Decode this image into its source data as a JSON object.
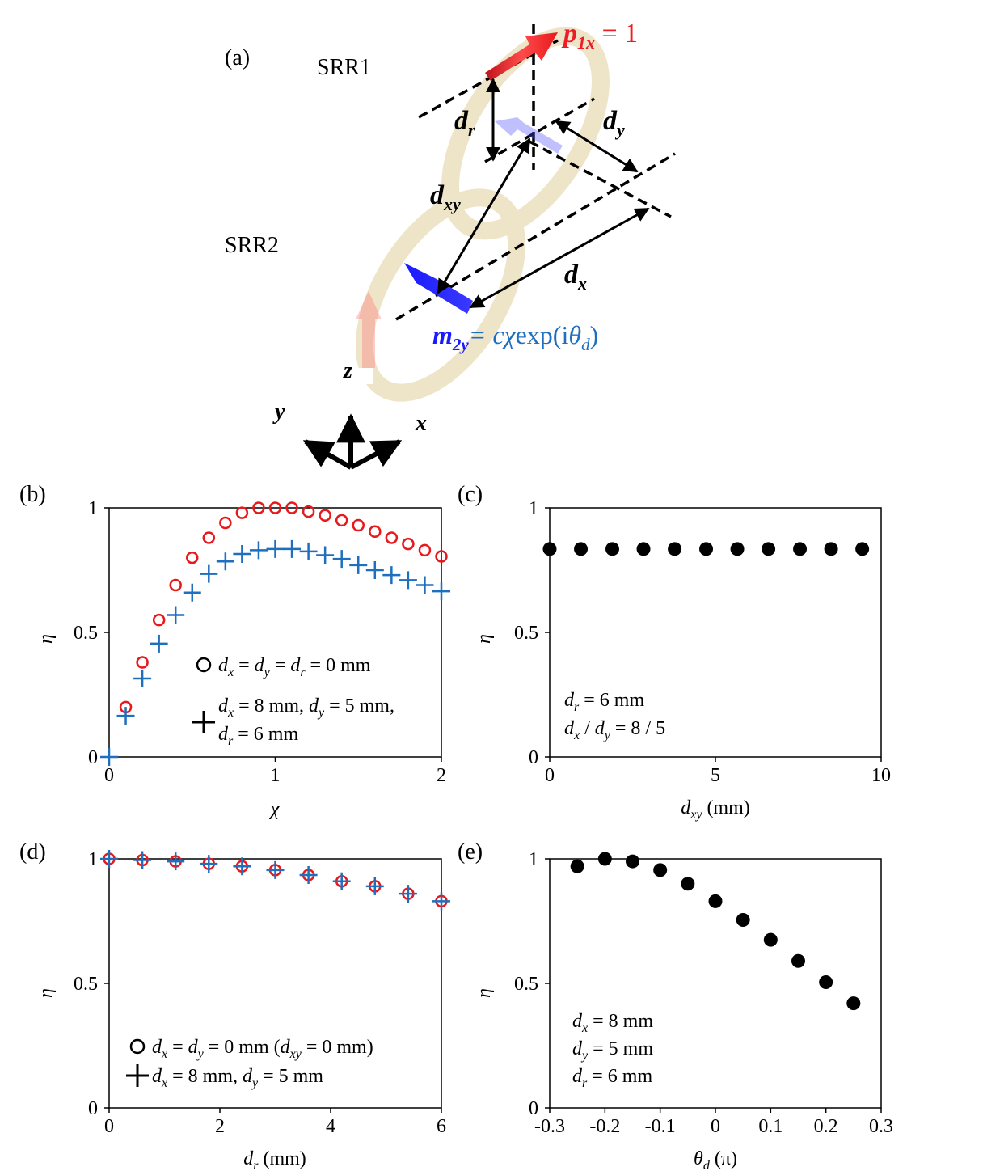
{
  "diagram": {
    "panel_label": "(a)",
    "srr1": "SRR1",
    "srr2": "SRR2",
    "p1x_symbol": "p",
    "p1x_sub": "1x",
    "p1x_rest": " = 1",
    "m2y_symbol": "m",
    "m2y_sub": "2y",
    "m2y_rest_c": "= c",
    "m2y_chi": "χ",
    "m2y_exp": "exp(i",
    "m2y_theta": "θ",
    "m2y_d": "d",
    "m2y_close": ")",
    "dr": "d",
    "dr_sub": "r",
    "dy": "d",
    "dy_sub": "y",
    "dx": "d",
    "dx_sub": "x",
    "dxy": "d",
    "dxy_sub": "xy",
    "axis_x": "x",
    "axis_y": "y",
    "axis_z": "z",
    "colors": {
      "p1x": "#ee1c25",
      "m2y": "#1a1aff",
      "ring": "#eee4c8",
      "text_blue": "#1f6fbf"
    }
  },
  "chart_data": [
    {
      "id": "b",
      "panel_label": "(b)",
      "type": "scatter",
      "xlabel": "χ",
      "ylabel": "η",
      "xlim": [
        0,
        2
      ],
      "ylim": [
        0,
        1
      ],
      "xticks": [
        "0",
        "1",
        "2"
      ],
      "yticks": [
        "0",
        "0.5",
        "1"
      ],
      "series": [
        {
          "marker": "circle",
          "color": "#e8191c",
          "x": [
            0.1,
            0.2,
            0.3,
            0.4,
            0.5,
            0.6,
            0.7,
            0.8,
            0.9,
            1.0,
            1.1,
            1.2,
            1.3,
            1.4,
            1.5,
            1.6,
            1.7,
            1.8,
            1.9,
            2.0
          ],
          "y": [
            0.2,
            0.38,
            0.55,
            0.69,
            0.8,
            0.88,
            0.94,
            0.98,
            1.0,
            1.0,
            1.0,
            0.985,
            0.97,
            0.95,
            0.93,
            0.905,
            0.88,
            0.855,
            0.83,
            0.805
          ]
        },
        {
          "marker": "plus",
          "color": "#1f6fbf",
          "x": [
            0,
            0.1,
            0.2,
            0.3,
            0.4,
            0.5,
            0.6,
            0.7,
            0.8,
            0.9,
            1.0,
            1.1,
            1.2,
            1.3,
            1.4,
            1.5,
            1.6,
            1.7,
            1.8,
            1.9,
            2.0
          ],
          "y": [
            0,
            0.165,
            0.315,
            0.455,
            0.57,
            0.66,
            0.735,
            0.785,
            0.815,
            0.83,
            0.835,
            0.835,
            0.825,
            0.81,
            0.795,
            0.77,
            0.75,
            0.73,
            0.71,
            0.69,
            0.665
          ]
        }
      ],
      "legend": [
        {
          "marker": "circle",
          "text": "d_x = d_y = d_r = 0 mm"
        },
        {
          "marker": "plus",
          "text": "d_x = 8 mm, d_y = 5 mm,",
          "text2": "d_r = 6 mm"
        }
      ]
    },
    {
      "id": "c",
      "panel_label": "(c)",
      "type": "scatter",
      "xlabel": "d_xy (mm)",
      "ylabel": "η",
      "xlim": [
        0,
        10
      ],
      "ylim": [
        0,
        1
      ],
      "xticks": [
        "0",
        "5",
        "10"
      ],
      "yticks": [
        "0",
        "0.5",
        "1"
      ],
      "series": [
        {
          "marker": "dot",
          "color": "#000000",
          "x": [
            0,
            0.94,
            1.89,
            2.83,
            3.77,
            4.72,
            5.66,
            6.6,
            7.55,
            8.49,
            9.43
          ],
          "y": [
            0.835,
            0.835,
            0.835,
            0.835,
            0.835,
            0.835,
            0.835,
            0.835,
            0.835,
            0.835,
            0.835
          ]
        }
      ],
      "annotation": [
        "d_r = 6 mm",
        "d_x / d_y = 8 / 5"
      ]
    },
    {
      "id": "d",
      "panel_label": "(d)",
      "type": "scatter",
      "xlabel": "d_r (mm)",
      "ylabel": "η",
      "xlim": [
        0,
        6
      ],
      "ylim": [
        0,
        1
      ],
      "xticks": [
        "0",
        "2",
        "4",
        "6"
      ],
      "yticks": [
        "0",
        "0.5",
        "1"
      ],
      "series": [
        {
          "marker": "circle",
          "color": "#e8191c",
          "x": [
            0,
            0.6,
            1.2,
            1.8,
            2.4,
            3.0,
            3.6,
            4.2,
            4.8,
            5.4,
            6.0
          ],
          "y": [
            1.0,
            0.995,
            0.99,
            0.98,
            0.97,
            0.955,
            0.935,
            0.91,
            0.89,
            0.86,
            0.83
          ]
        },
        {
          "marker": "plus",
          "color": "#1f6fbf",
          "x": [
            0,
            0.6,
            1.2,
            1.8,
            2.4,
            3.0,
            3.6,
            4.2,
            4.8,
            5.4,
            6.0
          ],
          "y": [
            1.0,
            0.995,
            0.99,
            0.98,
            0.97,
            0.955,
            0.935,
            0.91,
            0.89,
            0.86,
            0.83
          ]
        }
      ],
      "legend": [
        {
          "marker": "circle",
          "text": "d_x = d_y = 0 mm (d_xy = 0 mm)"
        },
        {
          "marker": "plus",
          "text": "d_x = 8 mm, d_y = 5 mm"
        }
      ]
    },
    {
      "id": "e",
      "panel_label": "(e)",
      "type": "scatter",
      "xlabel": "θ_d (π)",
      "ylabel": "η",
      "xlim": [
        -0.3,
        0.3
      ],
      "ylim": [
        0,
        1
      ],
      "xticks": [
        "-0.3",
        "-0.2",
        "-0.1",
        "0",
        "0.1",
        "0.2",
        "0.3"
      ],
      "yticks": [
        "0",
        "0.5",
        "1"
      ],
      "series": [
        {
          "marker": "dot",
          "color": "#000000",
          "x": [
            -0.25,
            -0.2,
            -0.15,
            -0.1,
            -0.05,
            0,
            0.05,
            0.1,
            0.15,
            0.2,
            0.25
          ],
          "y": [
            0.97,
            1.0,
            0.99,
            0.955,
            0.9,
            0.83,
            0.755,
            0.675,
            0.59,
            0.505,
            0.42
          ]
        }
      ],
      "annotation": [
        "d_x = 8 mm",
        "d_y = 5 mm",
        "d_r = 6 mm"
      ]
    }
  ]
}
